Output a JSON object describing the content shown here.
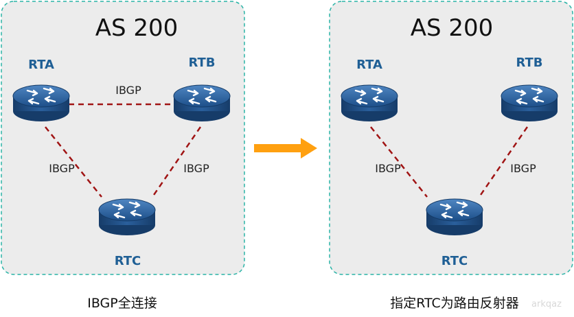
{
  "panels": [
    {
      "title": "AS 200",
      "caption": "IBGP全连接",
      "routers": {
        "a": "RTA",
        "b": "RTB",
        "c": "RTC"
      },
      "links": {
        "ab": "IBGP",
        "ac": "IBGP",
        "bc": "IBGP"
      }
    },
    {
      "title": "AS 200",
      "caption": "指定RTC为路由反射器",
      "routers": {
        "a": "RTA",
        "b": "RTB",
        "c": "RTC"
      },
      "links": {
        "ac": "IBGP",
        "bc": "IBGP"
      }
    }
  ],
  "watermark": "arkqaz",
  "colors": {
    "panel_fill": "#ececec",
    "panel_border": "#2ab3a6",
    "link": "#a01414",
    "router_name": "#1f5f95",
    "router_body": "#1c4f86",
    "arrow": "#ffa010"
  },
  "icons": {
    "router": "router-icon",
    "arrow": "right-arrow-icon"
  }
}
